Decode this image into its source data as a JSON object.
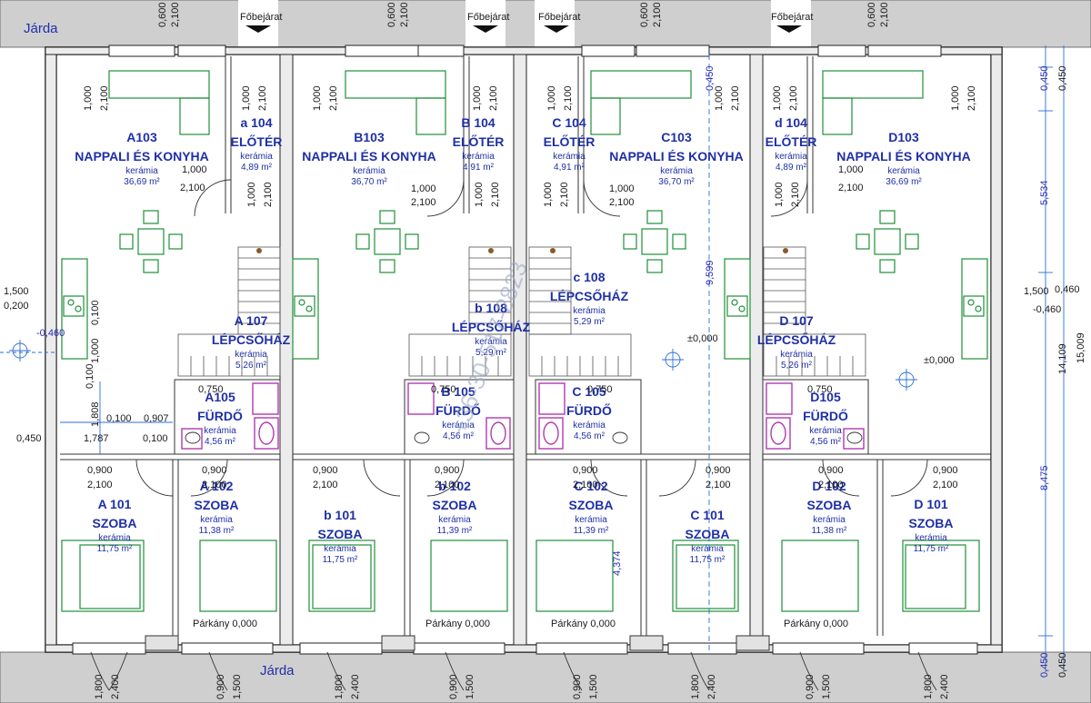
{
  "labels": {
    "sidewalk_top": "Járda",
    "sidewalk_bottom": "Járda",
    "main_entrance": "Főbejárat",
    "watermark": "+36-30-517-2823",
    "sill": "Párkány 0,000",
    "level_zero": "±0,000",
    "level_neg": "-0,460",
    "level_neg_right": "-0,460"
  },
  "rooms": [
    {
      "id": "living-a",
      "name": "A103",
      "type": "NAPPALI ÉS KONYHA",
      "floor": "kerámia",
      "area": "36,69 m²"
    },
    {
      "id": "living-b",
      "name": "B103",
      "type": "NAPPALI ÉS KONYHA",
      "floor": "kerámia",
      "area": "36,70 m²"
    },
    {
      "id": "living-c",
      "name": "C103",
      "type": "NAPPALI ÉS KONYHA",
      "floor": "kerámia",
      "area": "36,70 m²"
    },
    {
      "id": "living-d",
      "name": "D103",
      "type": "NAPPALI ÉS KONYHA",
      "floor": "kerámia",
      "area": "36,69 m²"
    },
    {
      "id": "hall-a",
      "name": "a 104",
      "type": "ELŐTÉR",
      "floor": "kerámia",
      "area": "4,89 m²"
    },
    {
      "id": "hall-b",
      "name": "B 104",
      "type": "ELŐTÉR",
      "floor": "kerámia",
      "area": "4,91 m²"
    },
    {
      "id": "hall-c",
      "name": "C 104",
      "type": "ELŐTÉR",
      "floor": "kerámia",
      "area": "4,91 m²"
    },
    {
      "id": "hall-d",
      "name": "d 104",
      "type": "ELŐTÉR",
      "floor": "kerámia",
      "area": "4,89 m²"
    },
    {
      "id": "stair-a",
      "name": "A 107",
      "type": "LÉPCSŐHÁZ",
      "floor": "kerámia",
      "area": "5,26 m²"
    },
    {
      "id": "stair-b",
      "name": "b 108",
      "type": "LÉPCSŐHÁZ",
      "floor": "kerámia",
      "area": "5,29 m²"
    },
    {
      "id": "stair-c",
      "name": "c 108",
      "type": "LÉPCSŐHÁZ",
      "floor": "kerámia",
      "area": "5,29 m²"
    },
    {
      "id": "stair-d",
      "name": "D 107",
      "type": "LÉPCSŐHÁZ",
      "floor": "kerámia",
      "area": "5,26 m²"
    },
    {
      "id": "bath-a",
      "name": "A105",
      "type": "FÜRDŐ",
      "floor": "kerámia",
      "area": "4,56 m²"
    },
    {
      "id": "bath-b",
      "name": "B 105",
      "type": "FÜRDŐ",
      "floor": "kerámia",
      "area": "4,56 m²"
    },
    {
      "id": "bath-c",
      "name": "C 105",
      "type": "FÜRDŐ",
      "floor": "kerámia",
      "area": "4,56 m²"
    },
    {
      "id": "bath-d",
      "name": "D105",
      "type": "FÜRDŐ",
      "floor": "kerámia",
      "area": "4,56 m²"
    },
    {
      "id": "room-a101",
      "name": "A 101",
      "type": "SZOBA",
      "floor": "kerámia",
      "area": "11,75 m²"
    },
    {
      "id": "room-a102",
      "name": "A 102",
      "type": "SZOBA",
      "floor": "kerámia",
      "area": "11,38 m²"
    },
    {
      "id": "room-b101",
      "name": "b 101",
      "type": "SZOBA",
      "floor": "kerámia",
      "area": "11,75 m²"
    },
    {
      "id": "room-b102",
      "name": "b 102",
      "type": "SZOBA",
      "floor": "kerámia",
      "area": "11,39 m²"
    },
    {
      "id": "room-c102",
      "name": "C 102",
      "type": "SZOBA",
      "floor": "kerámia",
      "area": "11,39 m²"
    },
    {
      "id": "room-c101",
      "name": "C 101",
      "type": "SZOBA",
      "floor": "kerámia",
      "area": "11,75 m²"
    },
    {
      "id": "room-d102",
      "name": "D 102",
      "type": "SZOBA",
      "floor": "kerámia",
      "area": "11,38 m²"
    },
    {
      "id": "room-d101",
      "name": "D 101",
      "type": "SZOBA",
      "floor": "kerámia",
      "area": "11,75 m²"
    }
  ],
  "dimensions": {
    "d1000": "1,000",
    "d2100": "2,100",
    "d0900": "0,900",
    "d0600": "0,600",
    "d1800": "1,800",
    "d2400": "2,400",
    "d1500": "1,500",
    "d0450": "0,450",
    "d0750": "0,750",
    "d0100": "0,100",
    "d0907": "0,907",
    "d1787": "1,787",
    "d1808": "1,808",
    "d1500b": "1,500",
    "d0200": "0,200",
    "d5534": "5,534",
    "d9599": "9,599",
    "d14109": "14,109",
    "d15009": "15,009",
    "d8475": "8,475",
    "d4374": "4,374",
    "d0460": "0,460"
  }
}
